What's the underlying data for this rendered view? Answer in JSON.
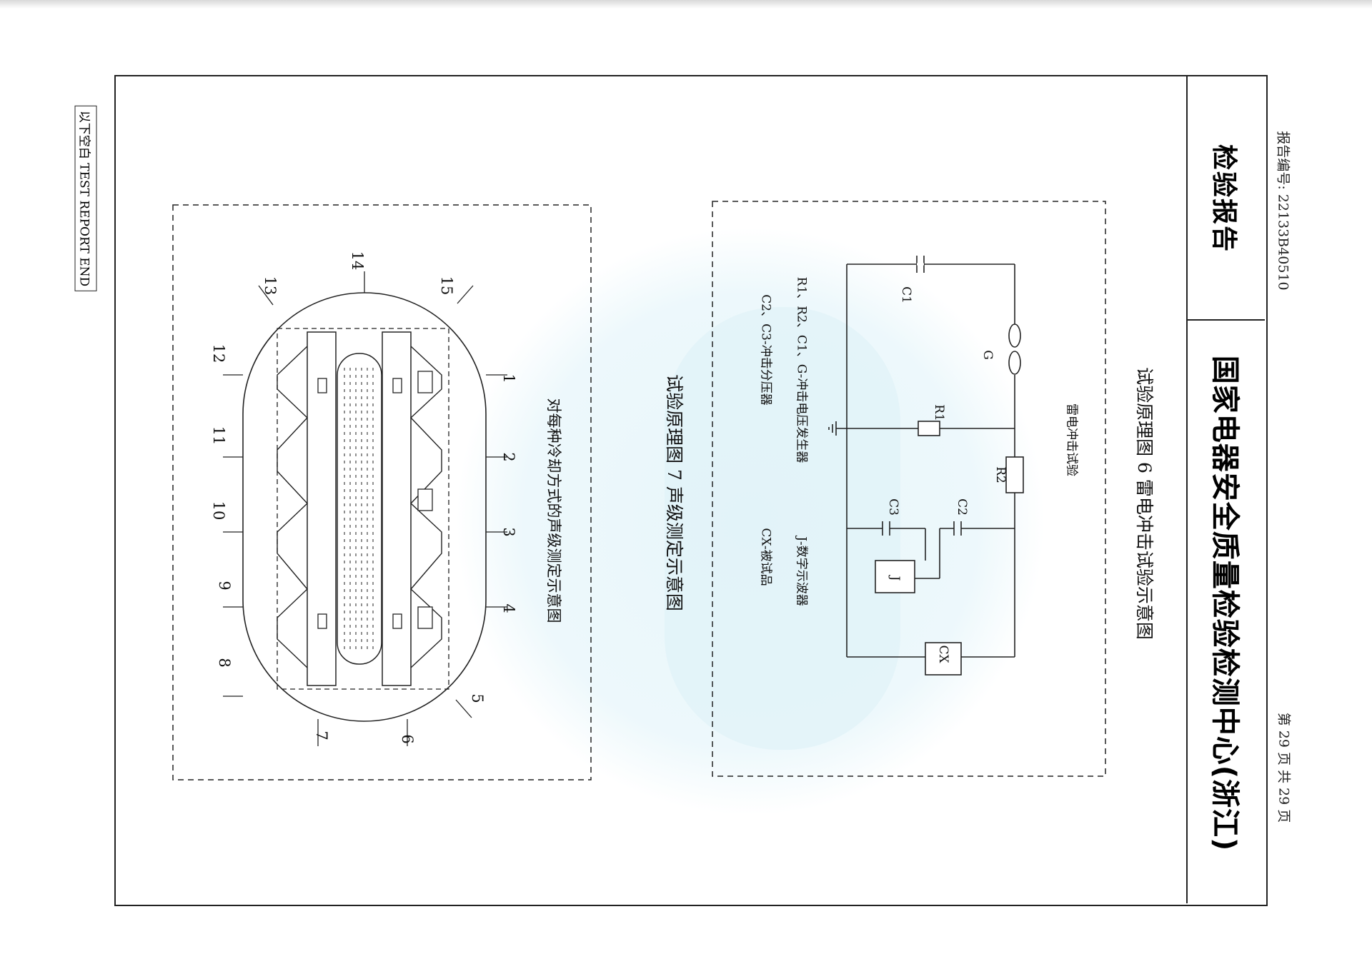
{
  "header": {
    "report_title": "检验报告",
    "org_name": "国家电器安全质量检验检测中心(浙江)",
    "report_number": "报告编号: 22133B40510",
    "page_info": "第 29 页  共 29 页"
  },
  "end_marker": "以下空白 TEST REPORT END",
  "figure6": {
    "title": "试验原理图 6 雷电冲击试验示意图",
    "subtitle": "雷电冲击试验",
    "labels": {
      "c1": "C1",
      "g": "G",
      "r1": "R1",
      "r2": "R2",
      "c2": "C2",
      "c3": "C3",
      "j": "J",
      "cx": "CX"
    },
    "legend": [
      "R1、R2、C1、G-冲击电压发生器",
      "J-数字示波器",
      "C2、C3-冲击分压器",
      "CX-被试品"
    ]
  },
  "figure7": {
    "title": "试验原理图 7 声级测定示意图",
    "caption": "对每种冷却方式的声级测定示意图",
    "points": [
      "1",
      "2",
      "3",
      "4",
      "5",
      "6",
      "7",
      "8",
      "9",
      "10",
      "11",
      "12",
      "13",
      "14",
      "15"
    ]
  },
  "colors": {
    "line": "#222222",
    "watermark": "#e4f4f9"
  }
}
